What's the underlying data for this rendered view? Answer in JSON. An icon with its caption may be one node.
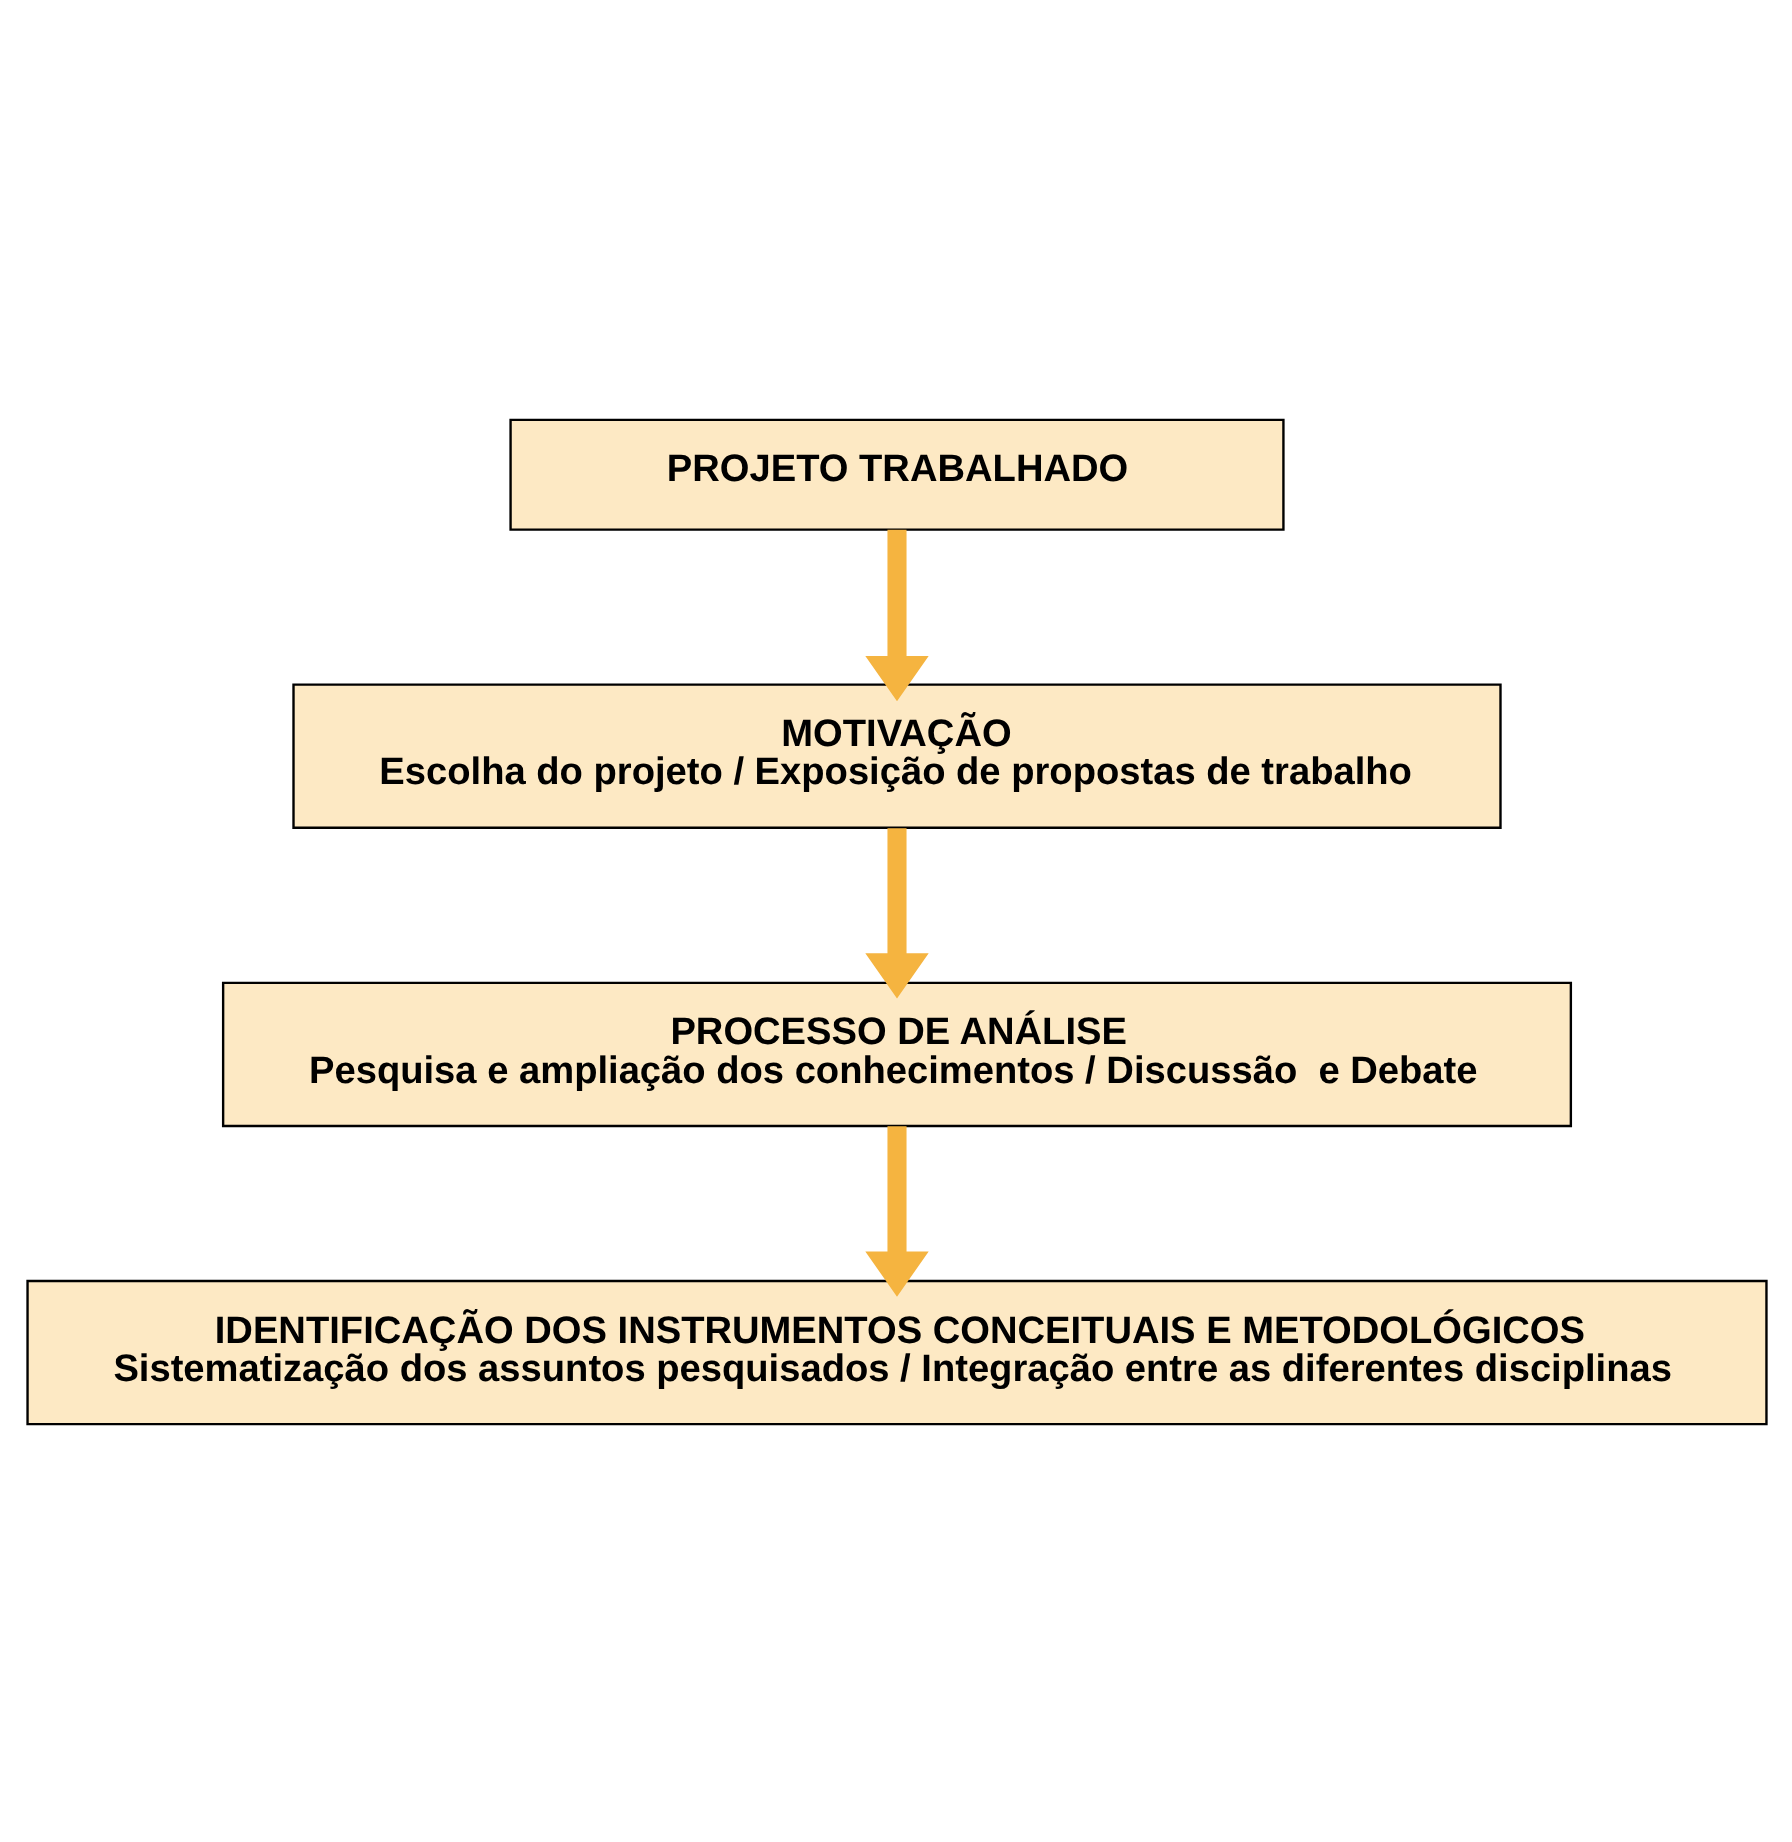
{
  "diagram": {
    "nodes": [
      {
        "text": [
          "PROJETO TRABALHADO"
        ]
      },
      {
        "text": [
          "MOTIVAÇÃO",
          "Escolha do projeto / Exposição de propostas de trabalho"
        ]
      },
      {
        "text": [
          "PROCESSO DE ANÁLISE",
          "Pesquisa e ampliação dos conhecimentos / Discussão  e Debate"
        ]
      },
      {
        "text": [
          "IDENTIFICAÇÃO DOS INSTRUMENTOS CONCEITUAIS E METODOLÓGICOS",
          "Sistematização dos assuntos pesquisados / Integração entre as diferentes disciplinas"
        ]
      }
    ],
    "edges": [
      {
        "from": 0,
        "to": 1,
        "arrow": "to"
      },
      {
        "from": 1,
        "to": 2,
        "arrow": "to"
      },
      {
        "from": 2,
        "to": 3,
        "arrow": "to"
      }
    ]
  }
}
